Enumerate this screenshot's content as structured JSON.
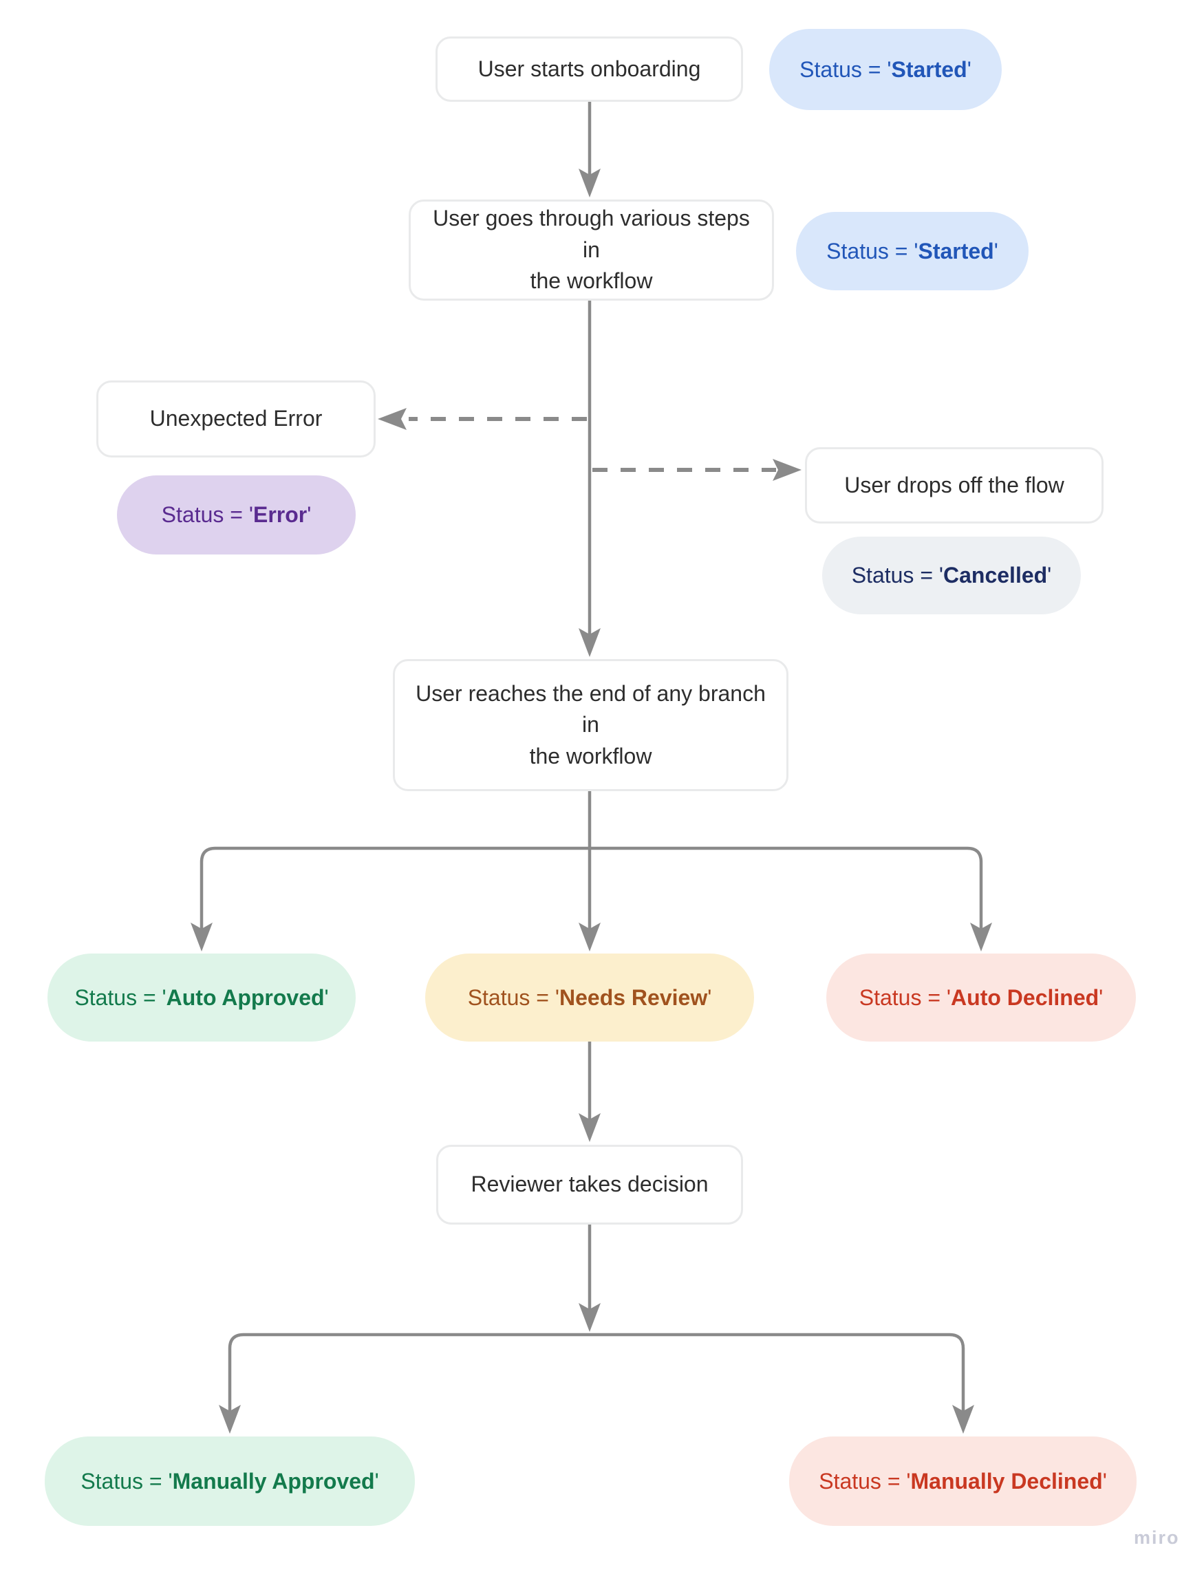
{
  "diagram": {
    "nodes": [
      {
        "id": "start",
        "label": "User starts onboarding"
      },
      {
        "id": "steps",
        "label": "User goes through various steps in\nthe workflow"
      },
      {
        "id": "error",
        "label": "Unexpected Error"
      },
      {
        "id": "dropoff",
        "label": "User drops off the flow"
      },
      {
        "id": "end",
        "label": "User reaches the end of any branch in\nthe workflow"
      },
      {
        "id": "review",
        "label": "Reviewer takes decision"
      }
    ],
    "statuses": [
      {
        "id": "started-top",
        "prefix": "Status = '",
        "value": "Started",
        "suffix": "'",
        "palette": "blue"
      },
      {
        "id": "started-mid",
        "prefix": "Status = '",
        "value": "Started",
        "suffix": "'",
        "palette": "blue"
      },
      {
        "id": "error",
        "prefix": "Status = '",
        "value": "Error",
        "suffix": "'",
        "palette": "purple"
      },
      {
        "id": "cancelled",
        "prefix": "Status = '",
        "value": "Cancelled",
        "suffix": "'",
        "palette": "slate"
      },
      {
        "id": "auto-approved",
        "prefix": "Status = '",
        "value": "Auto Approved",
        "suffix": "'",
        "palette": "green"
      },
      {
        "id": "needs-review",
        "prefix": "Status = '",
        "value": "Needs Review",
        "suffix": "'",
        "palette": "amber"
      },
      {
        "id": "auto-declined",
        "prefix": "Status = '",
        "value": "Auto Declined",
        "suffix": "'",
        "palette": "red"
      },
      {
        "id": "manually-approved",
        "prefix": "Status = '",
        "value": "Manually Approved",
        "suffix": "'",
        "palette": "green"
      },
      {
        "id": "manually-declined",
        "prefix": "Status = '",
        "value": "Manually Declined",
        "suffix": "'",
        "palette": "red"
      }
    ],
    "palette": {
      "blue": {
        "bg": "#d9e7fb",
        "fg": "#2156b8"
      },
      "purple": {
        "bg": "#ded2ee",
        "fg": "#5a2b90"
      },
      "slate": {
        "bg": "#edf0f3",
        "fg": "#1d2d63"
      },
      "green": {
        "bg": "#def4e8",
        "fg": "#137a4c"
      },
      "amber": {
        "bg": "#fcefcd",
        "fg": "#a0521e"
      },
      "red": {
        "bg": "#fce6e1",
        "fg": "#c93821"
      },
      "line": "#8a8a8a",
      "node_border": "#e9eaeb",
      "node_text": "#2d2d2d"
    },
    "watermark": "miro"
  }
}
